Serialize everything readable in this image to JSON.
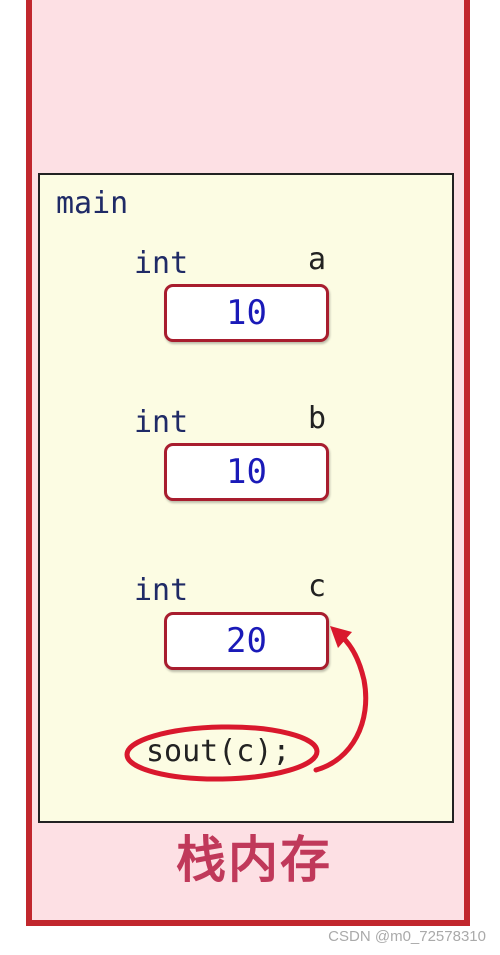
{
  "stack": {
    "label": "栈内存",
    "frame": {
      "name": "main",
      "variables": [
        {
          "type": "int",
          "name": "a",
          "value": "10"
        },
        {
          "type": "int",
          "name": "b",
          "value": "10"
        },
        {
          "type": "int",
          "name": "c",
          "value": "20"
        }
      ],
      "call": "sout(c);"
    }
  },
  "watermark": "CSDN @m0_72578310",
  "colors": {
    "stack_border": "#c1272d",
    "stack_bg": "#fde0e4",
    "frame_bg": "#fcfce3",
    "box_border": "#a81d2e",
    "value_text": "#1a1ab8",
    "annotation": "#d9182d"
  }
}
